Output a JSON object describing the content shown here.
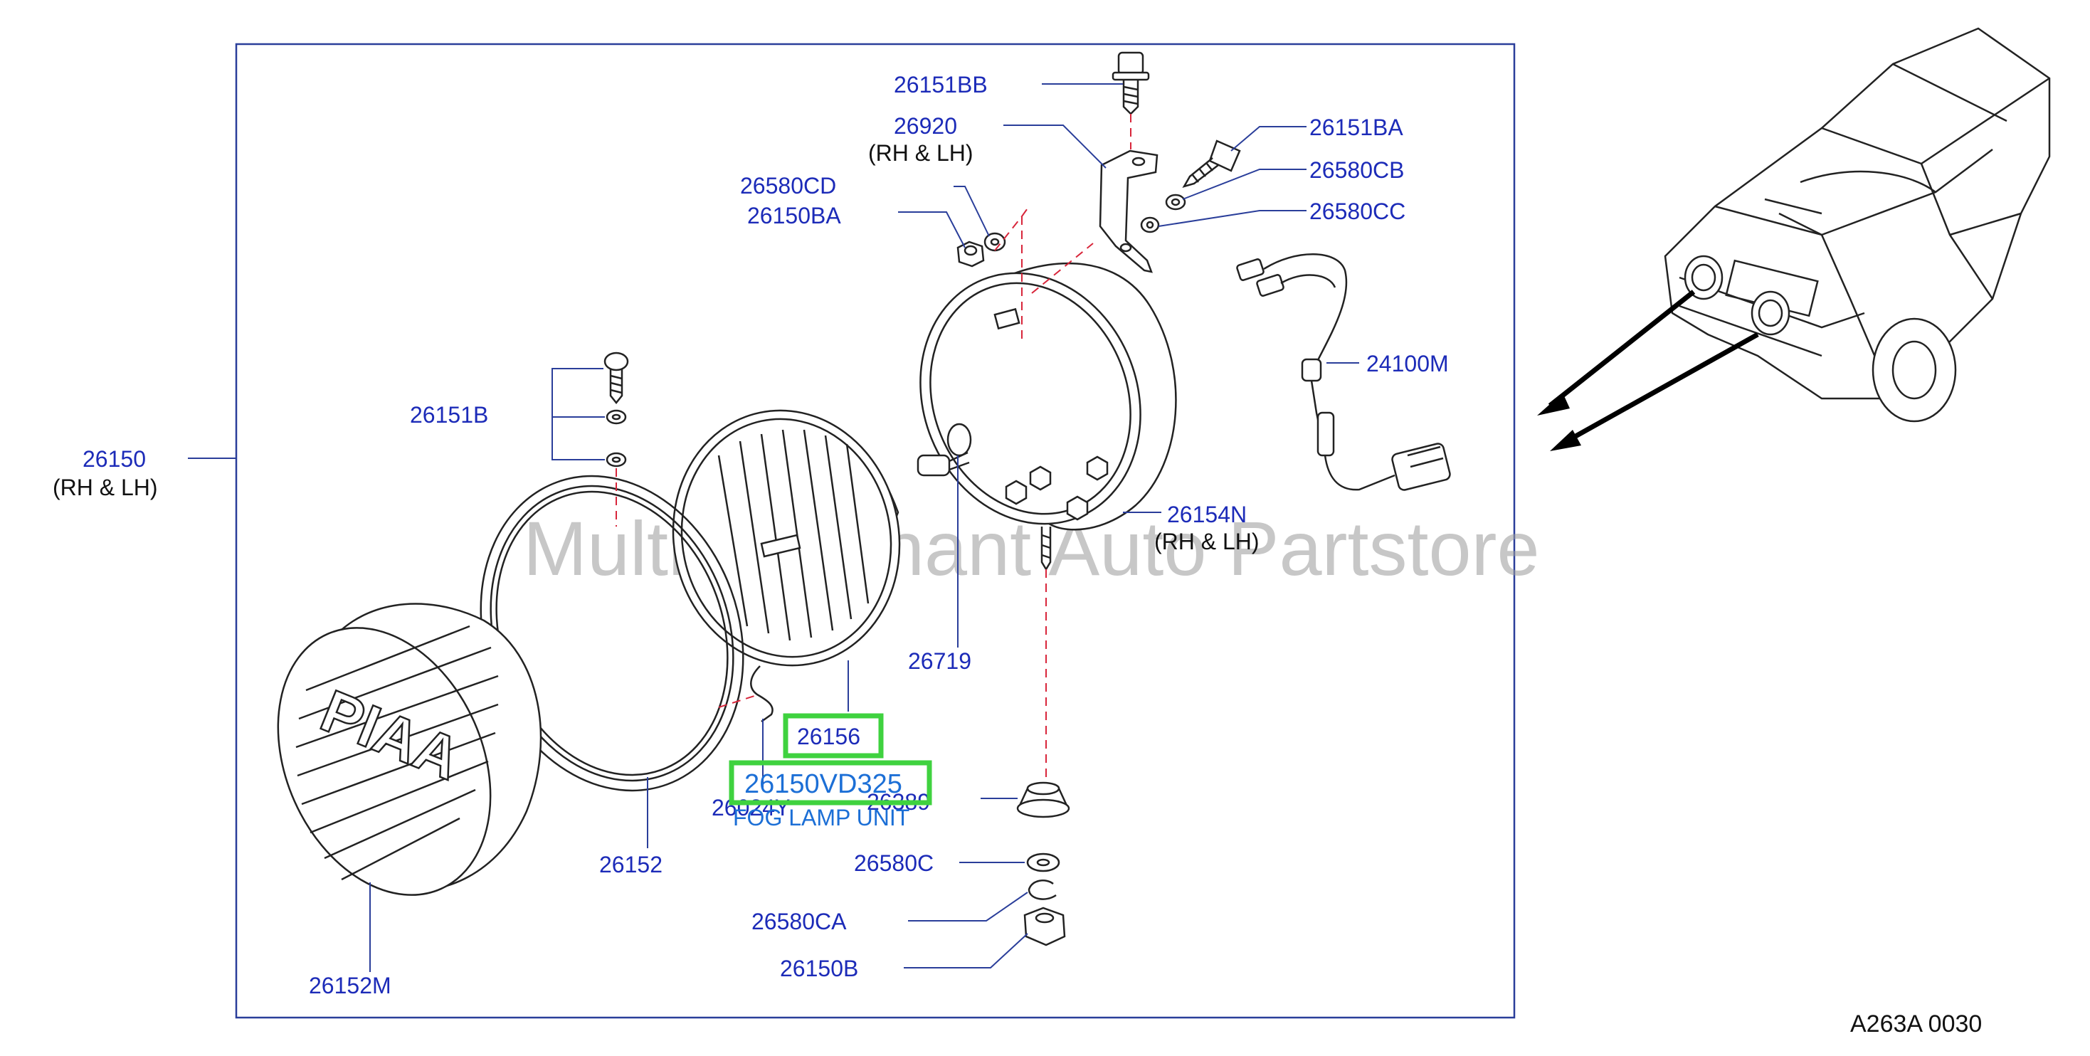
{
  "parts": {
    "p26151BB": "26151BB",
    "p26920": "26920",
    "p26920_side": "(RH  &  LH)",
    "p26151BA": "26151BA",
    "p26580CD": "26580CD",
    "p26150BA": "26150BA",
    "p26580CB": "26580CB",
    "p26580CC": "26580CC",
    "p24100M": "24100M",
    "p26151B": "26151B",
    "p26150": "26150",
    "p26150_side": "(RH  &  LH)",
    "p26154N": "26154N",
    "p26154N_side": "(RH  &  LH)",
    "p26719": "26719",
    "p26156": "26156",
    "p26150VD325": "26150VD325",
    "p26150VD325_desc": "FOG LAMP UNIT",
    "p26024Y": "26024Y",
    "p26389": "26389",
    "p26580C": "26580C",
    "p26580CA": "26580CA",
    "p26150B": "26150B",
    "p26152": "26152",
    "p26152M": "26152M"
  },
  "watermark": "Multi-Merchant Auto Partstore",
  "diagram_code": "A263A  0030",
  "lamp_logo": "PIAA",
  "colors": {
    "label": "#1c2bb8",
    "highlight": "#3fd23f",
    "dash": "#d8253a"
  }
}
